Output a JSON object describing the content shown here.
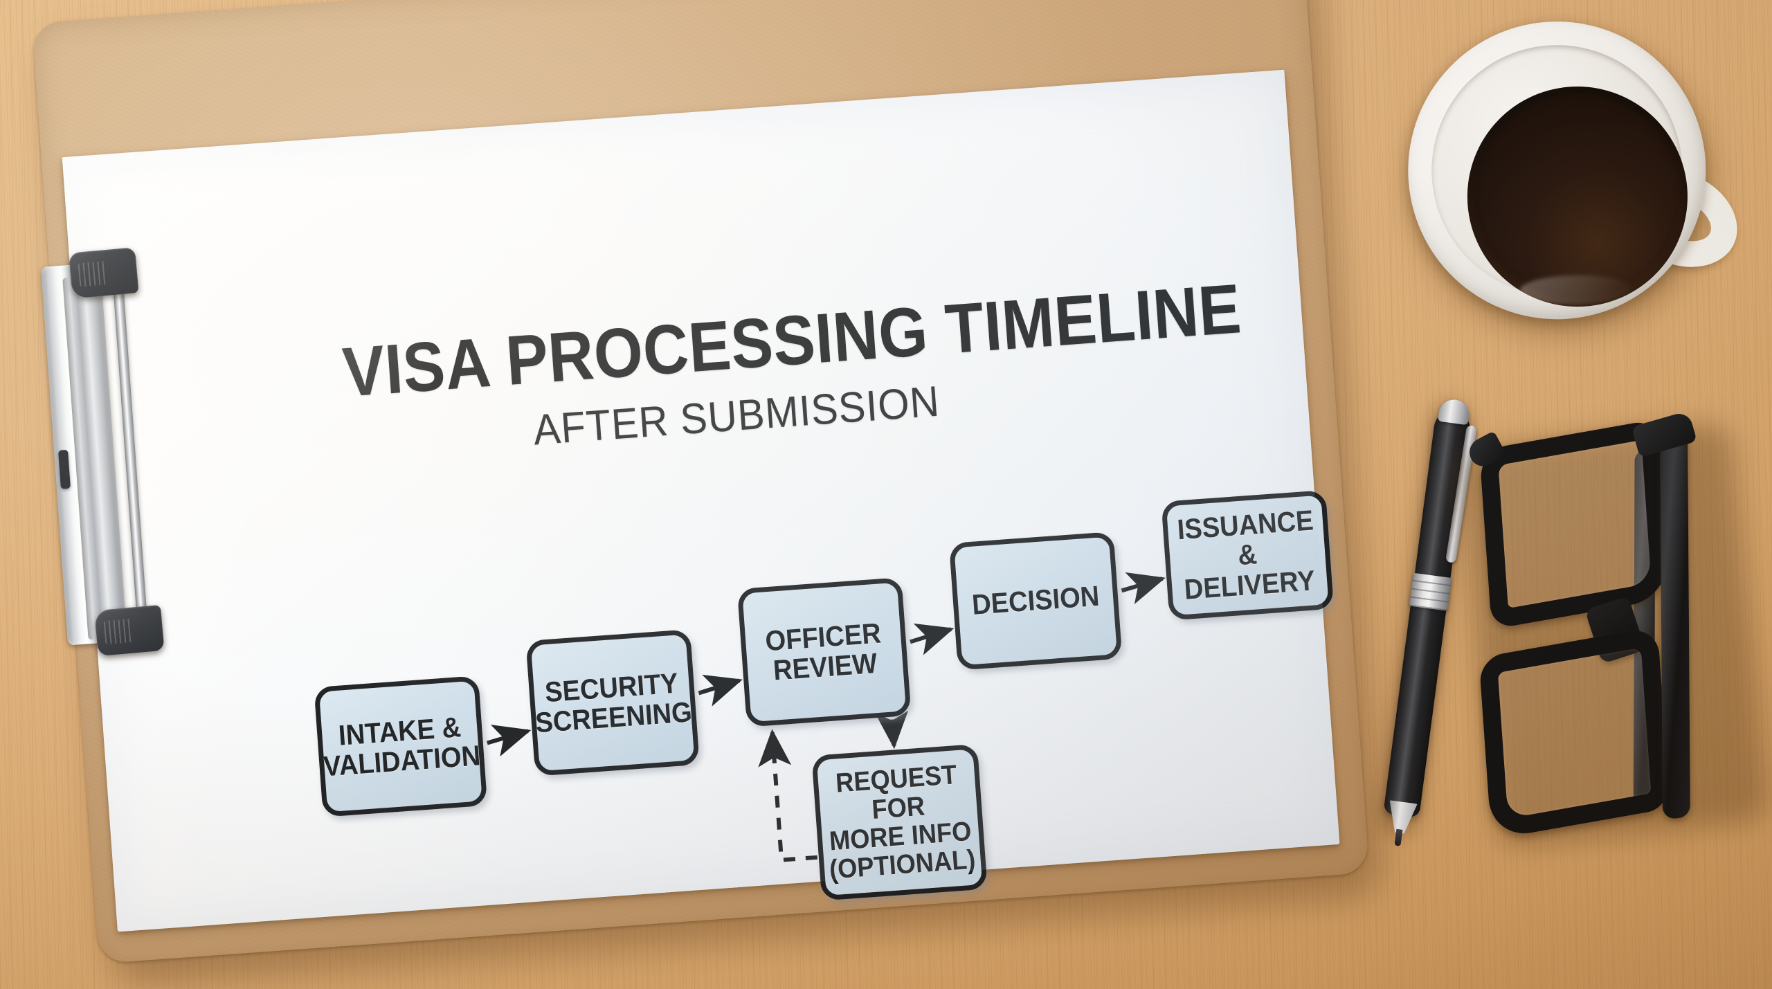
{
  "scene": {
    "description": "flat-lay photo of a wooden desk with clipboard, coffee mug, pen and eyeglasses",
    "desk_color": "#dfb079",
    "clipboard_color": "#cfa87c",
    "paper_color": "#fbfcfd"
  },
  "document": {
    "title": "VISA PROCESSING TIMELINE",
    "subtitle": "AFTER SUBMISSION"
  },
  "objects": {
    "coffee_mug_label": "coffee-mug",
    "coffee_liquid_label": "black-coffee",
    "pen_label": "ballpoint-pen",
    "glasses_label": "eyeglasses",
    "clip_label": "clipboard-clip"
  },
  "chart_data": {
    "type": "diagram",
    "diagram_kind": "flowchart",
    "title": "VISA PROCESSING TIMELINE",
    "subtitle": "AFTER SUBMISSION",
    "node_fill": "#cfdfeb",
    "node_stroke": "#15181b",
    "text_color": "#16191c",
    "nodes": [
      {
        "id": "intake",
        "label": "INTAKE &\nVALIDATION",
        "label_line1": "INTAKE &",
        "label_line2": "VALIDATION",
        "optional": false
      },
      {
        "id": "security",
        "label": "SECURITY\nSCREENING",
        "label_line1": "SECURITY",
        "label_line2": "SCREENING",
        "optional": false
      },
      {
        "id": "officer",
        "label": "OFFICER\nREVIEW",
        "label_line1": "OFFICER",
        "label_line2": "REVIEW",
        "optional": false
      },
      {
        "id": "decision",
        "label": "DECISION",
        "label_line1": "DECISION",
        "label_line2": "",
        "optional": false
      },
      {
        "id": "issuance",
        "label": "ISSUANCE &\nDELIVERY",
        "label_line1": "ISSUANCE &",
        "label_line2": "DELIVERY",
        "optional": false
      },
      {
        "id": "rfi",
        "label": "REQUEST FOR\nMORE INFO\n(OPTIONAL)",
        "label_line1": "REQUEST FOR",
        "label_line2": "MORE INFO",
        "label_line3": "(OPTIONAL)",
        "optional": true
      }
    ],
    "edges": [
      {
        "from": "intake",
        "to": "security",
        "style": "solid",
        "direction": "right"
      },
      {
        "from": "security",
        "to": "officer",
        "style": "solid",
        "direction": "right"
      },
      {
        "from": "officer",
        "to": "decision",
        "style": "solid",
        "direction": "right"
      },
      {
        "from": "decision",
        "to": "issuance",
        "style": "solid",
        "direction": "right"
      },
      {
        "from": "officer",
        "to": "rfi",
        "style": "solid",
        "direction": "down"
      },
      {
        "from": "rfi",
        "to": "officer",
        "style": "dashed",
        "direction": "up-loop-back"
      }
    ]
  }
}
